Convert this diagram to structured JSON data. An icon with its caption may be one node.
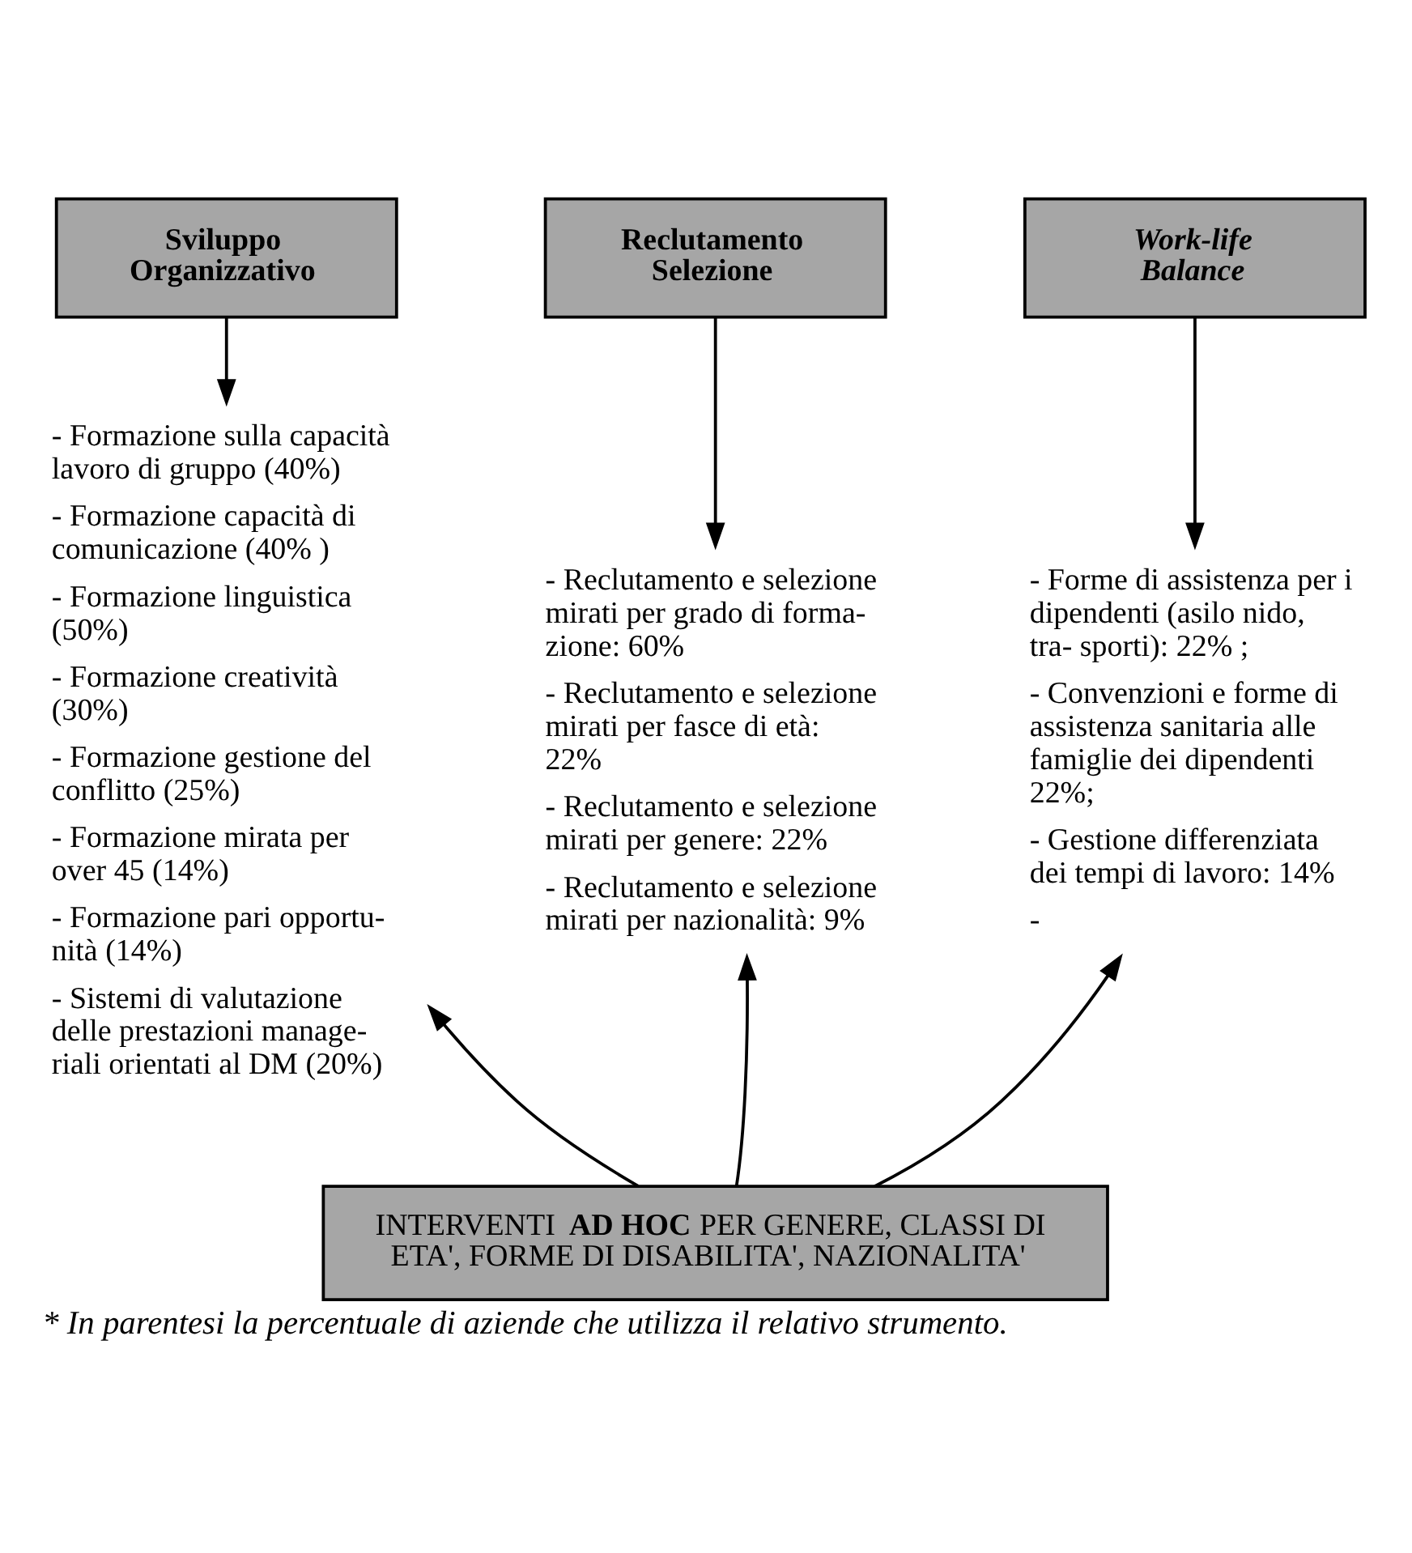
{
  "diagram": {
    "caption": "* In parentesi la percentuale di aziende che utilizza il relativo strumento.",
    "nodes": [
      {
        "text": [
          "Sviluppo Organizzativo"
        ]
      },
      {
        "text": [
          "Reclutamento Selezione"
        ]
      },
      {
        "text": [
          "Work-life Balance"
        ]
      },
      {
        "text": [
          "- Formazione sulla capacità lavoro di gruppo (40%)",
          "- Formazione capacità di comunicazione (40% )",
          "- Formazione linguistica (50%)",
          "- Formazione creatività (30%)",
          "- Formazione gestione del conflitto (25%)",
          "- Formazione mirata per over 45 (14%)",
          "- Formazione pari opportu- nità (14%)",
          "- Sistemi di valutazione delle prestazioni manage- riali orientati al DM (20%)"
        ]
      },
      {
        "text": [
          "- Reclutamento e selezione mirati per grado di forma- zione: 60%",
          "- Reclutamento e selezione mirati per fasce di età: 22%",
          "- Reclutamento e selezione mirati per genere: 22%",
          "- Reclutamento e selezione mirati per nazionalità: 9%"
        ]
      },
      {
        "text": [
          "- Forme di assistenza per i dipendenti (asilo nido, tra- sporti): 22% ;",
          "- Convenzioni e forme di assistenza sanitaria alle famiglie dei dipendenti 22%;",
          "- Gestione differenziata dei tempi di lavoro: 14%",
          "-"
        ]
      },
      {
        "text": [
          "INTERVENTI **AD HOC** PER GENERE, CLASSI DI ETA', FORME DI DISABILITA', NAZIONALITA'"
        ]
      }
    ],
    "edges": [
      {
        "from": 0,
        "to": 3,
        "arrow": "to"
      },
      {
        "from": 1,
        "to": 4,
        "arrow": "to"
      },
      {
        "from": 2,
        "to": 5,
        "arrow": "to"
      },
      {
        "from": 6,
        "to": 3,
        "arrow": "to"
      },
      {
        "from": 6,
        "to": 4,
        "arrow": "to"
      },
      {
        "from": 6,
        "to": 5,
        "arrow": "to"
      }
    ]
  }
}
